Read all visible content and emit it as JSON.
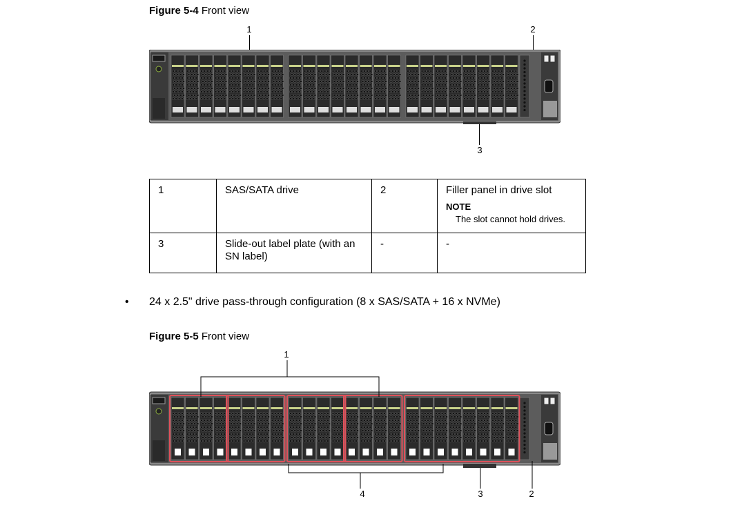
{
  "figure_5_4": {
    "label": "Figure 5-4",
    "caption": " Front view",
    "callouts": [
      "1",
      "2",
      "3"
    ]
  },
  "legend_table": {
    "rows": [
      {
        "num_a": "1",
        "desc_a": "SAS/SATA drive",
        "num_b": "2",
        "desc_b": "Filler panel in drive slot",
        "note_label": "NOTE",
        "note_text": "The slot cannot hold drives."
      },
      {
        "num_a": "3",
        "desc_a": "Slide-out label plate (with an SN label)",
        "num_b": "-",
        "desc_b": "-"
      }
    ]
  },
  "bullet": {
    "symbol": "•",
    "text": "24 x 2.5\" drive pass-through configuration (8 x SAS/SATA + 16 x NVMe)"
  },
  "figure_5_5": {
    "label": "Figure 5-5",
    "caption": " Front view",
    "callouts": [
      "1",
      "4",
      "3",
      "2"
    ]
  },
  "colors": {
    "chassis": "#6b6b6b",
    "drive_tray": "#2b2b2b",
    "drive_label": "#c9d28a",
    "highlight_box": "#e0505a"
  },
  "icons": [
    "server-front-panel",
    "power-button-icon",
    "usb-port-icon",
    "vga-port-icon"
  ]
}
